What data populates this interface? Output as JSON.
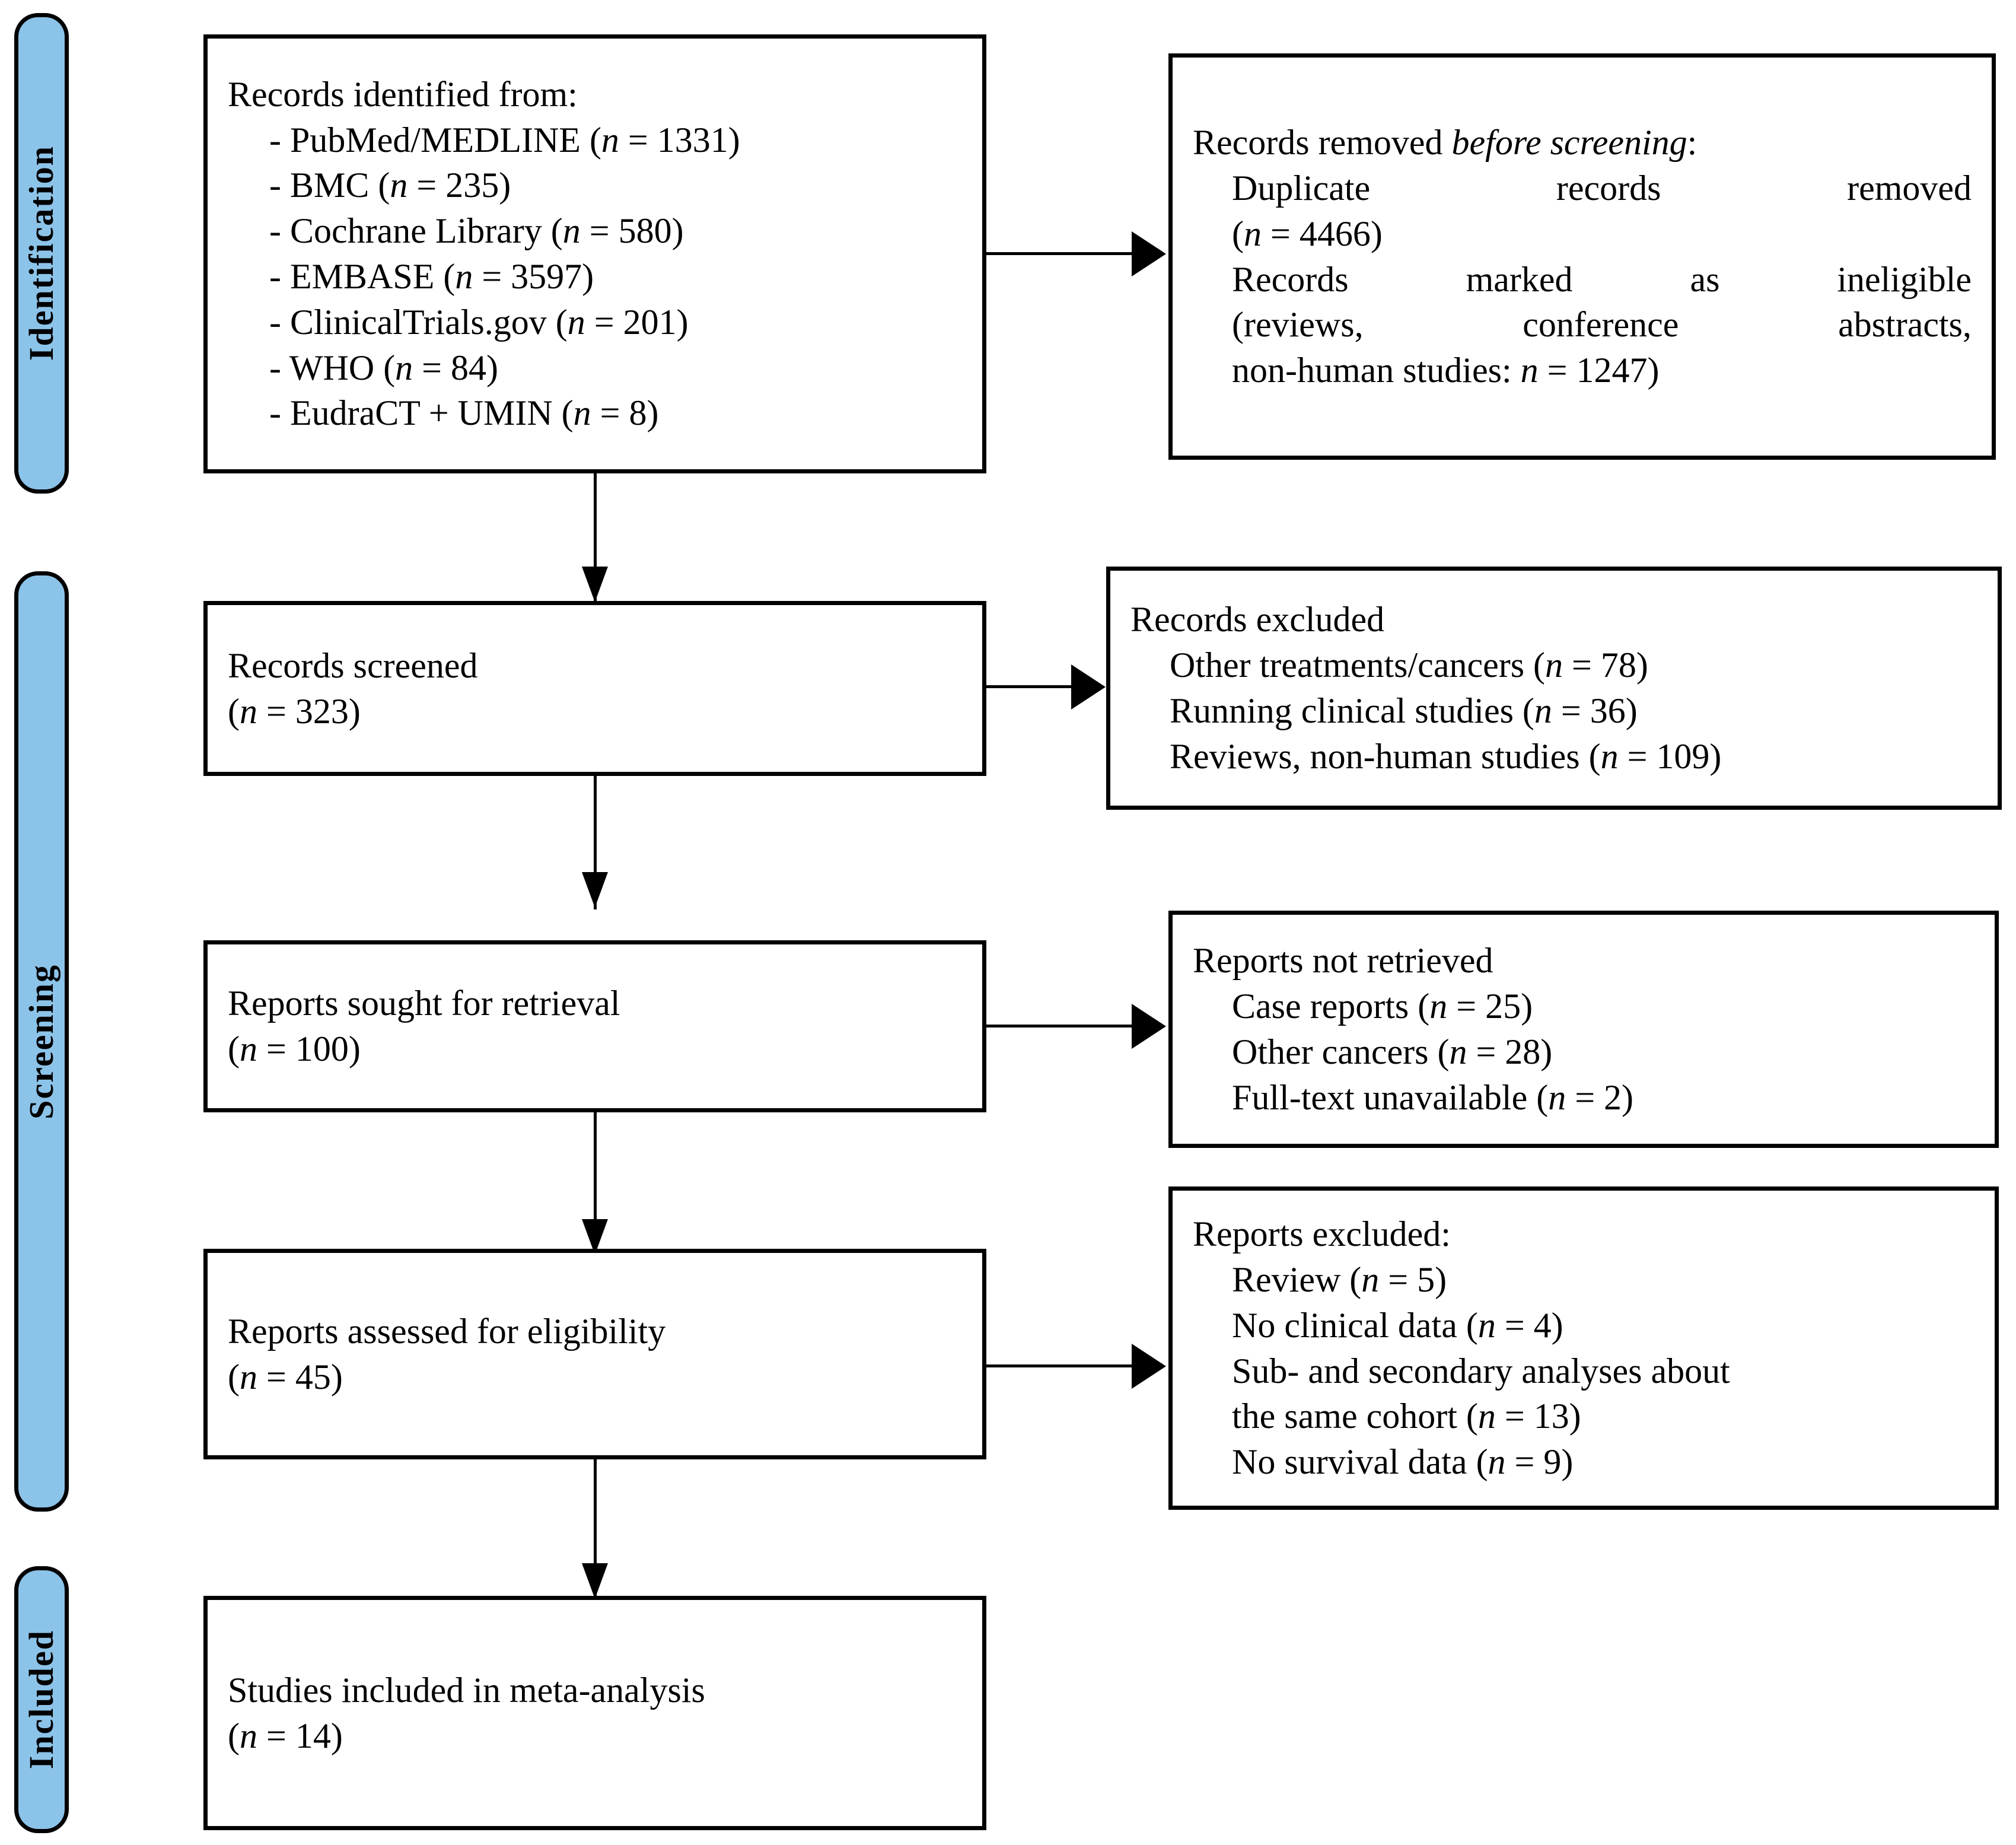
{
  "diagram": {
    "type": "PRISMA flow diagram",
    "accent_color": "#8cc3e9",
    "line_color": "#000000"
  },
  "stages": [
    {
      "id": "identification",
      "label": "Identification"
    },
    {
      "id": "screening",
      "label": "Screening"
    },
    {
      "id": "included",
      "label": "Included"
    }
  ],
  "boxes": {
    "records_identified": {
      "heading": "Records identified from:",
      "items": [
        "- PubMed/MEDLINE (n = 1331)",
        "- BMC (n = 235)",
        "- Cochrane Library (n = 580)",
        "- EMBASE (n = 3597)",
        "- ClinicalTrials.gov (n = 201)",
        "- WHO (n = 84)",
        "- EudraCT + UMIN (n = 8)"
      ],
      "sources": [
        {
          "name": "PubMed/MEDLINE",
          "n": 1331
        },
        {
          "name": "BMC",
          "n": 235
        },
        {
          "name": "Cochrane Library",
          "n": 580
        },
        {
          "name": "EMBASE",
          "n": 3597
        },
        {
          "name": "ClinicalTrials.gov",
          "n": 201
        },
        {
          "name": "WHO",
          "n": 84
        },
        {
          "name": "EudraCT + UMIN",
          "n": 8
        }
      ]
    },
    "records_removed": {
      "heading_plain": "Records removed ",
      "heading_italic": "before screening",
      "heading_tail": ":",
      "line1": "Duplicate records removed",
      "line2": "(n = 4466)",
      "line3": "Records marked as ineligible",
      "line4": "(reviews, conference abstracts,",
      "line5": "non-human studies: n = 1247)",
      "duplicates_n": 4466,
      "ineligible_n": 1247
    },
    "records_screened": {
      "heading": "Records screened",
      "count_line": "(n = 323)",
      "n": 323
    },
    "records_excluded": {
      "heading": "Records excluded",
      "items": [
        "Other treatments/cancers (n = 78)",
        "Running clinical studies (n = 36)",
        "Reviews, non-human studies (n = 109)"
      ],
      "reasons": [
        {
          "reason": "Other treatments/cancers",
          "n": 78
        },
        {
          "reason": "Running clinical studies",
          "n": 36
        },
        {
          "reason": "Reviews, non-human studies",
          "n": 109
        }
      ]
    },
    "reports_sought": {
      "heading": "Reports sought for retrieval",
      "count_line": "(n = 100)",
      "n": 100
    },
    "reports_not_retrieved": {
      "heading": "Reports not retrieved",
      "items": [
        "Case reports (n = 25)",
        "Other cancers (n = 28)",
        "Full-text unavailable (n = 2)"
      ],
      "reasons": [
        {
          "reason": "Case reports",
          "n": 25
        },
        {
          "reason": "Other cancers",
          "n": 28
        },
        {
          "reason": "Full-text unavailable",
          "n": 2
        }
      ]
    },
    "reports_assessed": {
      "heading": "Reports assessed for eligibility",
      "count_line": "(n = 45)",
      "n": 45
    },
    "reports_excluded": {
      "heading": "Reports excluded:",
      "items": [
        "Review (n = 5)",
        "No clinical data (n = 4)",
        "Sub- and secondary analyses about",
        "the same cohort (n = 13)",
        "No survival data (n = 9)"
      ],
      "reasons": [
        {
          "reason": "Review",
          "n": 5
        },
        {
          "reason": "No clinical data",
          "n": 4
        },
        {
          "reason": "Sub- and secondary analyses about the same cohort",
          "n": 13
        },
        {
          "reason": "No survival data",
          "n": 9
        }
      ]
    },
    "studies_included": {
      "heading": "Studies included in meta-analysis",
      "count_line": "(n = 14)",
      "n": 14
    }
  }
}
